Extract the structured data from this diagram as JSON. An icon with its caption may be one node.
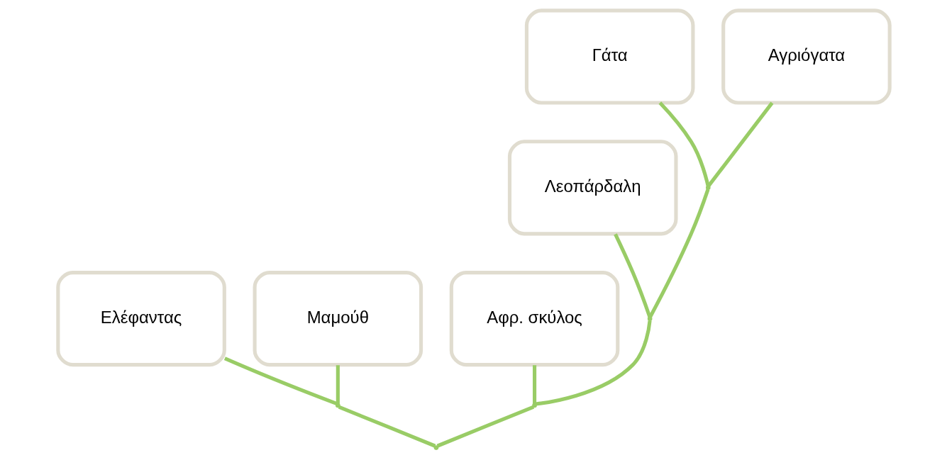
{
  "diagram": {
    "nodes": [
      {
        "text": [
          "Αφρ. σκύλος"
        ]
      },
      {
        "text": [
          "Λεοπάρδαλη"
        ]
      },
      {
        "text": [
          "Γάτα"
        ]
      },
      {
        "text": [
          "Αγριόγατα"
        ]
      },
      {
        "text": [
          "Ελέφαντας"
        ]
      },
      {
        "text": [
          "Μαμούθ"
        ]
      },
      {
        "text": [],
        "shape": "point"
      },
      {
        "text": [],
        "shape": "point"
      },
      {
        "text": [],
        "shape": "point"
      },
      {
        "text": [],
        "shape": "point"
      },
      {
        "text": [],
        "shape": "point"
      }
    ],
    "edges": [
      {
        "from": 6,
        "to": 2,
        "arrow": "none"
      },
      {
        "from": 6,
        "to": 3,
        "arrow": "none"
      },
      {
        "from": 7,
        "to": 1,
        "arrow": "none"
      },
      {
        "from": 7,
        "to": 6,
        "arrow": "none"
      },
      {
        "from": 8,
        "to": 5,
        "arrow": "none"
      },
      {
        "from": 8,
        "to": 4,
        "arrow": "none"
      },
      {
        "from": 9,
        "to": 0,
        "arrow": "none"
      },
      {
        "from": 9,
        "to": 7,
        "arrow": "none"
      },
      {
        "from": 10,
        "to": 9,
        "arrow": "none"
      },
      {
        "from": 10,
        "to": 8,
        "arrow": "none"
      }
    ]
  }
}
